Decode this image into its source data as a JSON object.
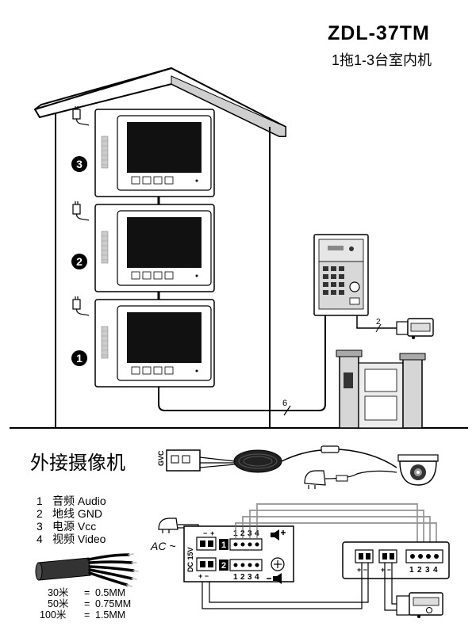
{
  "header": {
    "model": "ZDL-37TM",
    "subtitle": "1拖1-3台室内机"
  },
  "monitors": [
    {
      "badge": "3"
    },
    {
      "badge": "2"
    },
    {
      "badge": "1"
    }
  ],
  "cables": {
    "main_wire_count": "6",
    "lock_wire_count": "2"
  },
  "external_camera": {
    "title": "外接摄像机",
    "connector_label": "GVC"
  },
  "pin_legend": [
    {
      "num": "1",
      "text": "音频 Audio"
    },
    {
      "num": "2",
      "text": "地线 GND"
    },
    {
      "num": "3",
      "text": "电源 Vcc"
    },
    {
      "num": "4",
      "text": "视频 Video"
    }
  ],
  "wire_gauge": [
    {
      "length": "30米",
      "eq": "=",
      "size": "0.5MM"
    },
    {
      "length": "50米",
      "eq": "=",
      "size": "0.75MM"
    },
    {
      "length": "100米",
      "eq": "=",
      "size": "1.5MM"
    }
  ],
  "board": {
    "ac_label": "AC ~",
    "dc_label": "DC 15V",
    "port1": "1",
    "port2": "2",
    "pins": [
      "1",
      "2",
      "3",
      "4"
    ],
    "plus": "+",
    "minus": "−",
    "plus_minus": "+ −",
    "lock_terms": "+ −"
  },
  "colors": {
    "line": "#000000",
    "screen": "#111111",
    "wire": "#7a7a7a"
  }
}
